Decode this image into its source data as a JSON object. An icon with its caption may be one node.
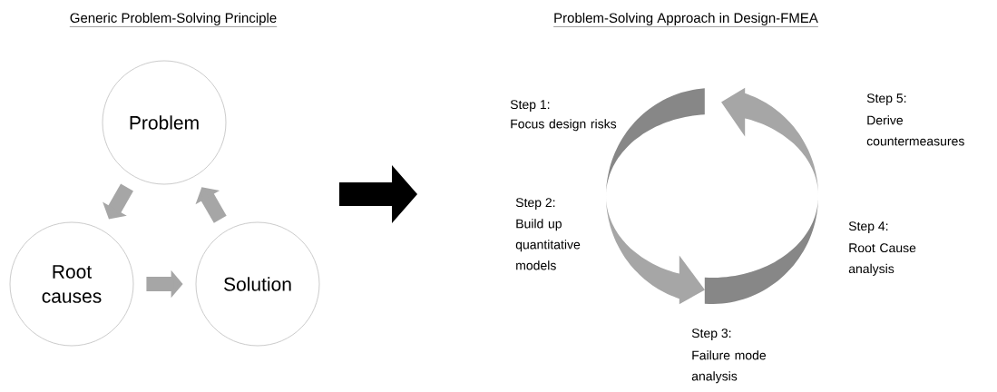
{
  "diagram": {
    "nodes": [
      {
        "text": [
          "Problem"
        ]
      },
      {
        "text": [
          "Root causes"
        ]
      },
      {
        "text": [
          "Solution"
        ]
      }
    ],
    "edges": [
      {
        "from": 0,
        "to": 1,
        "arrow": "to"
      },
      {
        "from": 1,
        "to": 2,
        "arrow": "to"
      },
      {
        "from": 2,
        "to": 0,
        "arrow": "to"
      }
    ],
    "labels": [
      "Generic Problem-Solving Principle",
      "Problem-Solving Approach in Design-FMEA",
      "Step 1:",
      "Focus design risks",
      "Step 5:",
      "Derive countermeasures",
      "Step 2:",
      "Build up quantitative models",
      "Step 4:",
      "Root Cause analysis",
      "Step 3:",
      "Failure mode analysis"
    ]
  }
}
